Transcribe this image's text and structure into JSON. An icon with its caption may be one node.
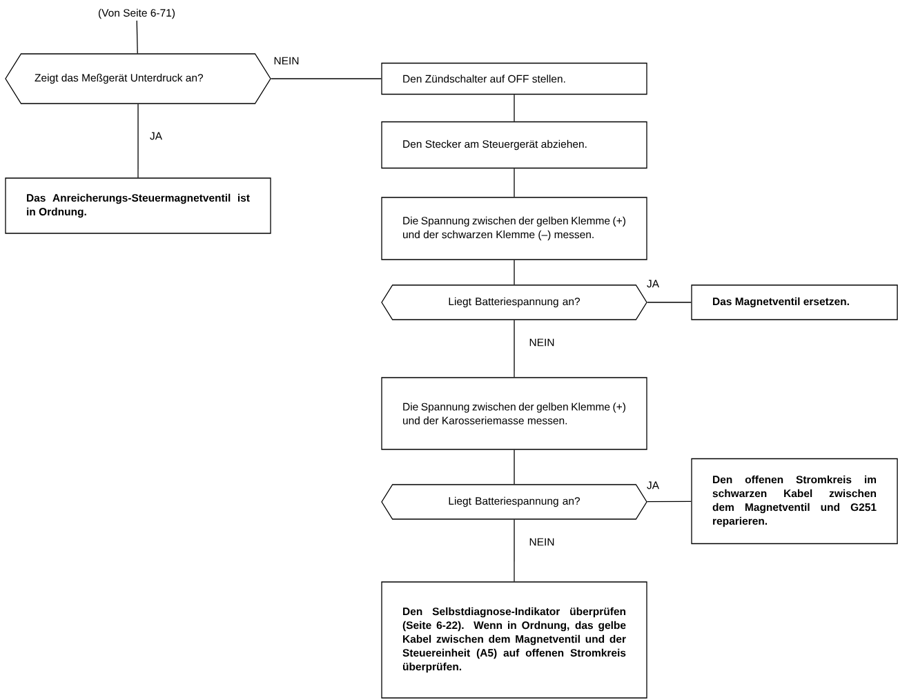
{
  "diagram": {
    "nodes": [
      {
        "text": [
          "(Von Seite 6-71)"
        ]
      },
      {
        "text": [
          "Zeigt das Meßgerät Unterdruck an?"
        ]
      },
      {
        "text": [
          "Das Anreicherungs-Steuermagnetventil ist in Ordnung."
        ]
      },
      {
        "text": [
          "Den Zündschalter auf OFF stellen."
        ]
      },
      {
        "text": [
          "Den Stecker am Steuergerät abziehen."
        ]
      },
      {
        "text": [
          "Die Spannung zwischen der gelben Klemme (+) und der schwarzen Klemme (–) messen."
        ]
      },
      {
        "text": [
          "Liegt Batteriespannung an?"
        ]
      },
      {
        "text": [
          "Das Magnetventil ersetzen."
        ]
      },
      {
        "text": [
          "Die Spannung zwischen der gelben Klemme (+) und der Karosseriemasse messen."
        ]
      },
      {
        "text": [
          "Liegt Batteriespannung an?"
        ]
      },
      {
        "text": [
          "Den offenen Stromkreis im schwarzen Kabel zwischen dem Magnetventil und G251 reparieren."
        ]
      },
      {
        "text": [
          "Den Selbstdiagnose-Indikator überprüfen (Seite 6-22). Wenn in Ordnung, das gelbe Kabel zwischen dem Magnetventil und der Steuereinheit (A5) auf offenen Stromkreis überprüfen."
        ]
      }
    ],
    "edges": [
      {
        "from": 0,
        "to": 1,
        "arrow": "none"
      },
      {
        "from": 1,
        "to": 3,
        "arrow": "none",
        "label": "NEIN"
      },
      {
        "from": 1,
        "to": 2,
        "arrow": "none",
        "label": "JA"
      },
      {
        "from": 3,
        "to": 4,
        "arrow": "none"
      },
      {
        "from": 4,
        "to": 5,
        "arrow": "none"
      },
      {
        "from": 5,
        "to": 6,
        "arrow": "none"
      },
      {
        "from": 6,
        "to": 7,
        "arrow": "none",
        "label": "JA"
      },
      {
        "from": 6,
        "to": 8,
        "arrow": "none",
        "label": "NEIN"
      },
      {
        "from": 8,
        "to": 9,
        "arrow": "none"
      },
      {
        "from": 9,
        "to": 10,
        "arrow": "none",
        "label": "JA"
      },
      {
        "from": 9,
        "to": 11,
        "arrow": "none",
        "label": "NEIN"
      }
    ]
  }
}
